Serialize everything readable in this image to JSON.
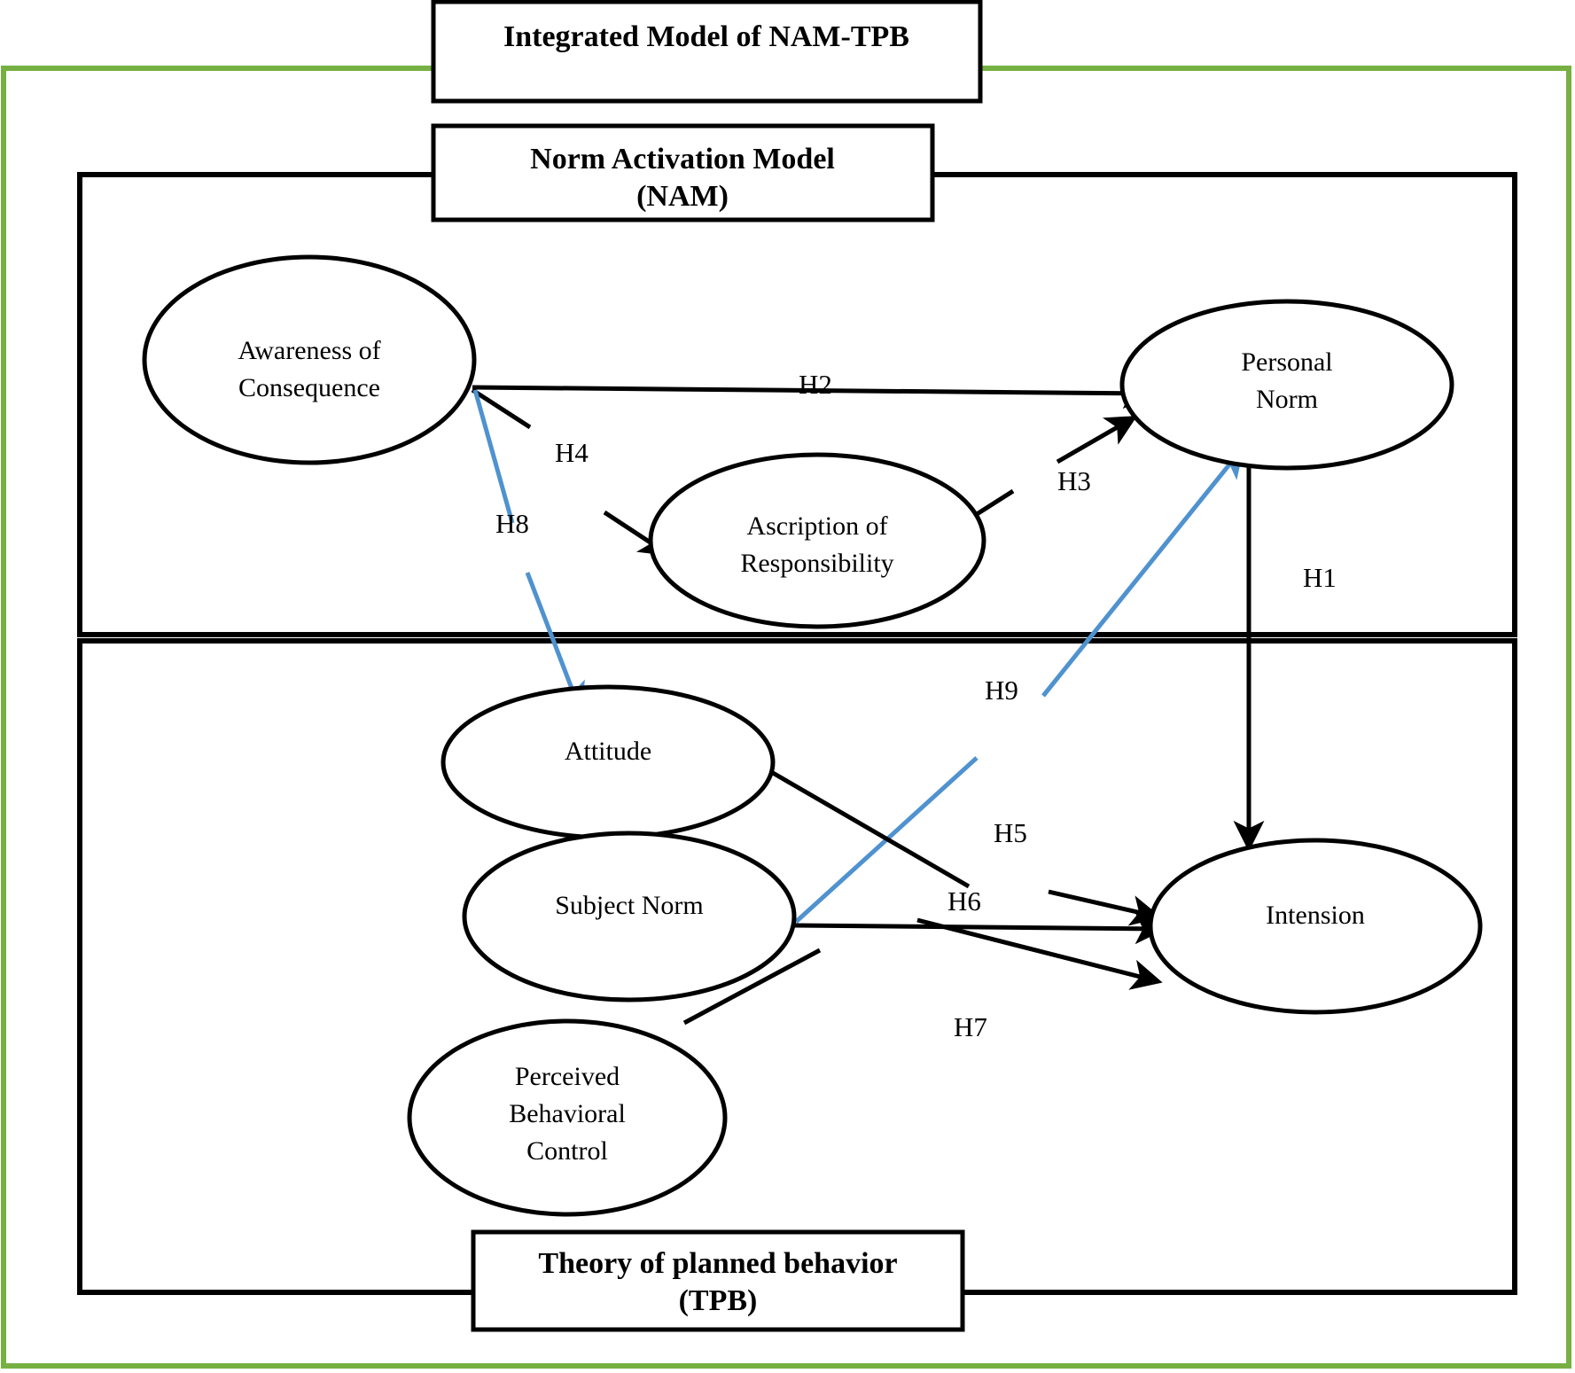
{
  "figure": {
    "title": "Integrated Model of NAM-TPB",
    "outer_frame_color": "#76b043",
    "link_color_black": "#000000",
    "link_color_blue": "#4f92cf"
  },
  "captions": {
    "integrated": "Integrated Model of NAM-TPB",
    "nam_line1": "Norm Activation Model",
    "nam_line2": "(NAM)",
    "tpb_line1": "Theory of planned behavior",
    "tpb_line2": "(TPB)"
  },
  "nodes": {
    "awareness": {
      "line1": "Awareness of",
      "line2": "Consequence"
    },
    "ascription": {
      "line1": "Ascription of",
      "line2": "Responsibility"
    },
    "personal_norm": {
      "line1": "Personal",
      "line2": "Norm"
    },
    "attitude": {
      "line1": "Attitude"
    },
    "subject_norm": {
      "line1": "Subject Norm"
    },
    "pbc": {
      "line1": "Perceived",
      "line2": "Behavioral",
      "line3": "Control"
    },
    "intension": {
      "line1": "Intension"
    }
  },
  "hypotheses": [
    {
      "id": "H1",
      "label": "H1",
      "from": "Personal Norm",
      "to": "Intension",
      "color": "#000000"
    },
    {
      "id": "H2",
      "label": "H2",
      "from": "Awareness of Consequence",
      "to": "Personal Norm",
      "color": "#000000"
    },
    {
      "id": "H3",
      "label": "H3",
      "from": "Ascription of Responsibility",
      "to": "Personal Norm",
      "color": "#000000"
    },
    {
      "id": "H4",
      "label": "H4",
      "from": "Awareness of Consequence",
      "to": "Ascription of Responsibility",
      "color": "#000000"
    },
    {
      "id": "H5",
      "label": "H5",
      "from": "Attitude",
      "to": "Intension",
      "color": "#000000"
    },
    {
      "id": "H6",
      "label": "H6",
      "from": "Subject Norm",
      "to": "Intension",
      "color": "#000000"
    },
    {
      "id": "H7",
      "label": "H7",
      "from": "Perceived Behavioral Control",
      "to": "Intension",
      "color": "#000000"
    },
    {
      "id": "H8",
      "label": "H8",
      "from": "Awareness of Consequence",
      "to": "Attitude",
      "color": "#4f92cf"
    },
    {
      "id": "H9",
      "label": "H9",
      "from": "Subject Norm",
      "to": "Personal Norm",
      "color": "#4f92cf"
    }
  ]
}
